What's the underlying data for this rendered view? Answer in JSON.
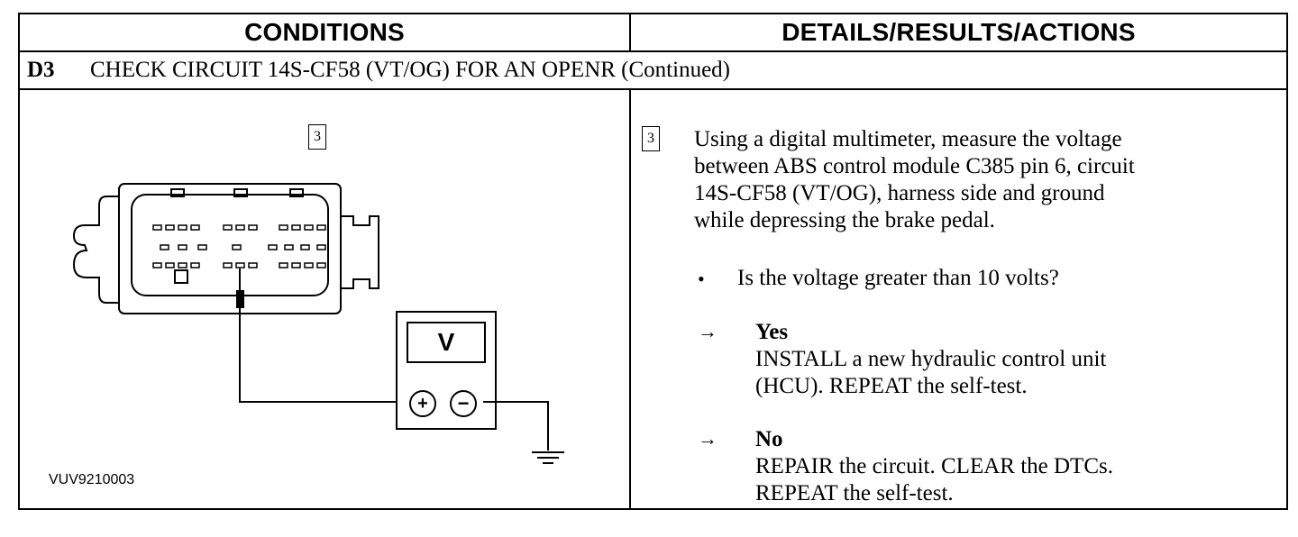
{
  "headers": {
    "conditions": "CONDITIONS",
    "details": "DETAILS/RESULTS/ACTIONS"
  },
  "step": {
    "id": "D3",
    "title": "CHECK CIRCUIT 14S-CF58 (VT/OG) FOR AN OPENR (Continued)"
  },
  "figure": {
    "step_box": "3",
    "meter_label": "V",
    "plus": "+",
    "minus": "−",
    "figure_id": "VUV9210003"
  },
  "details": {
    "step_box": "3",
    "instruction": [
      "Using a digital multimeter, measure the voltage",
      "between ABS control module C385 pin 6, circuit",
      "14S-CF58 (VT/OG), harness side and ground",
      "while depressing the brake pedal."
    ],
    "question": "Is the voltage greater than 10 volts?",
    "yes": {
      "label": "Yes",
      "action": [
        "INSTALL a new hydraulic control unit",
        "(HCU). REPEAT the self-test."
      ]
    },
    "no": {
      "label": "No",
      "action": [
        "REPAIR the circuit. CLEAR the DTCs.",
        "REPEAT the self-test."
      ]
    }
  }
}
